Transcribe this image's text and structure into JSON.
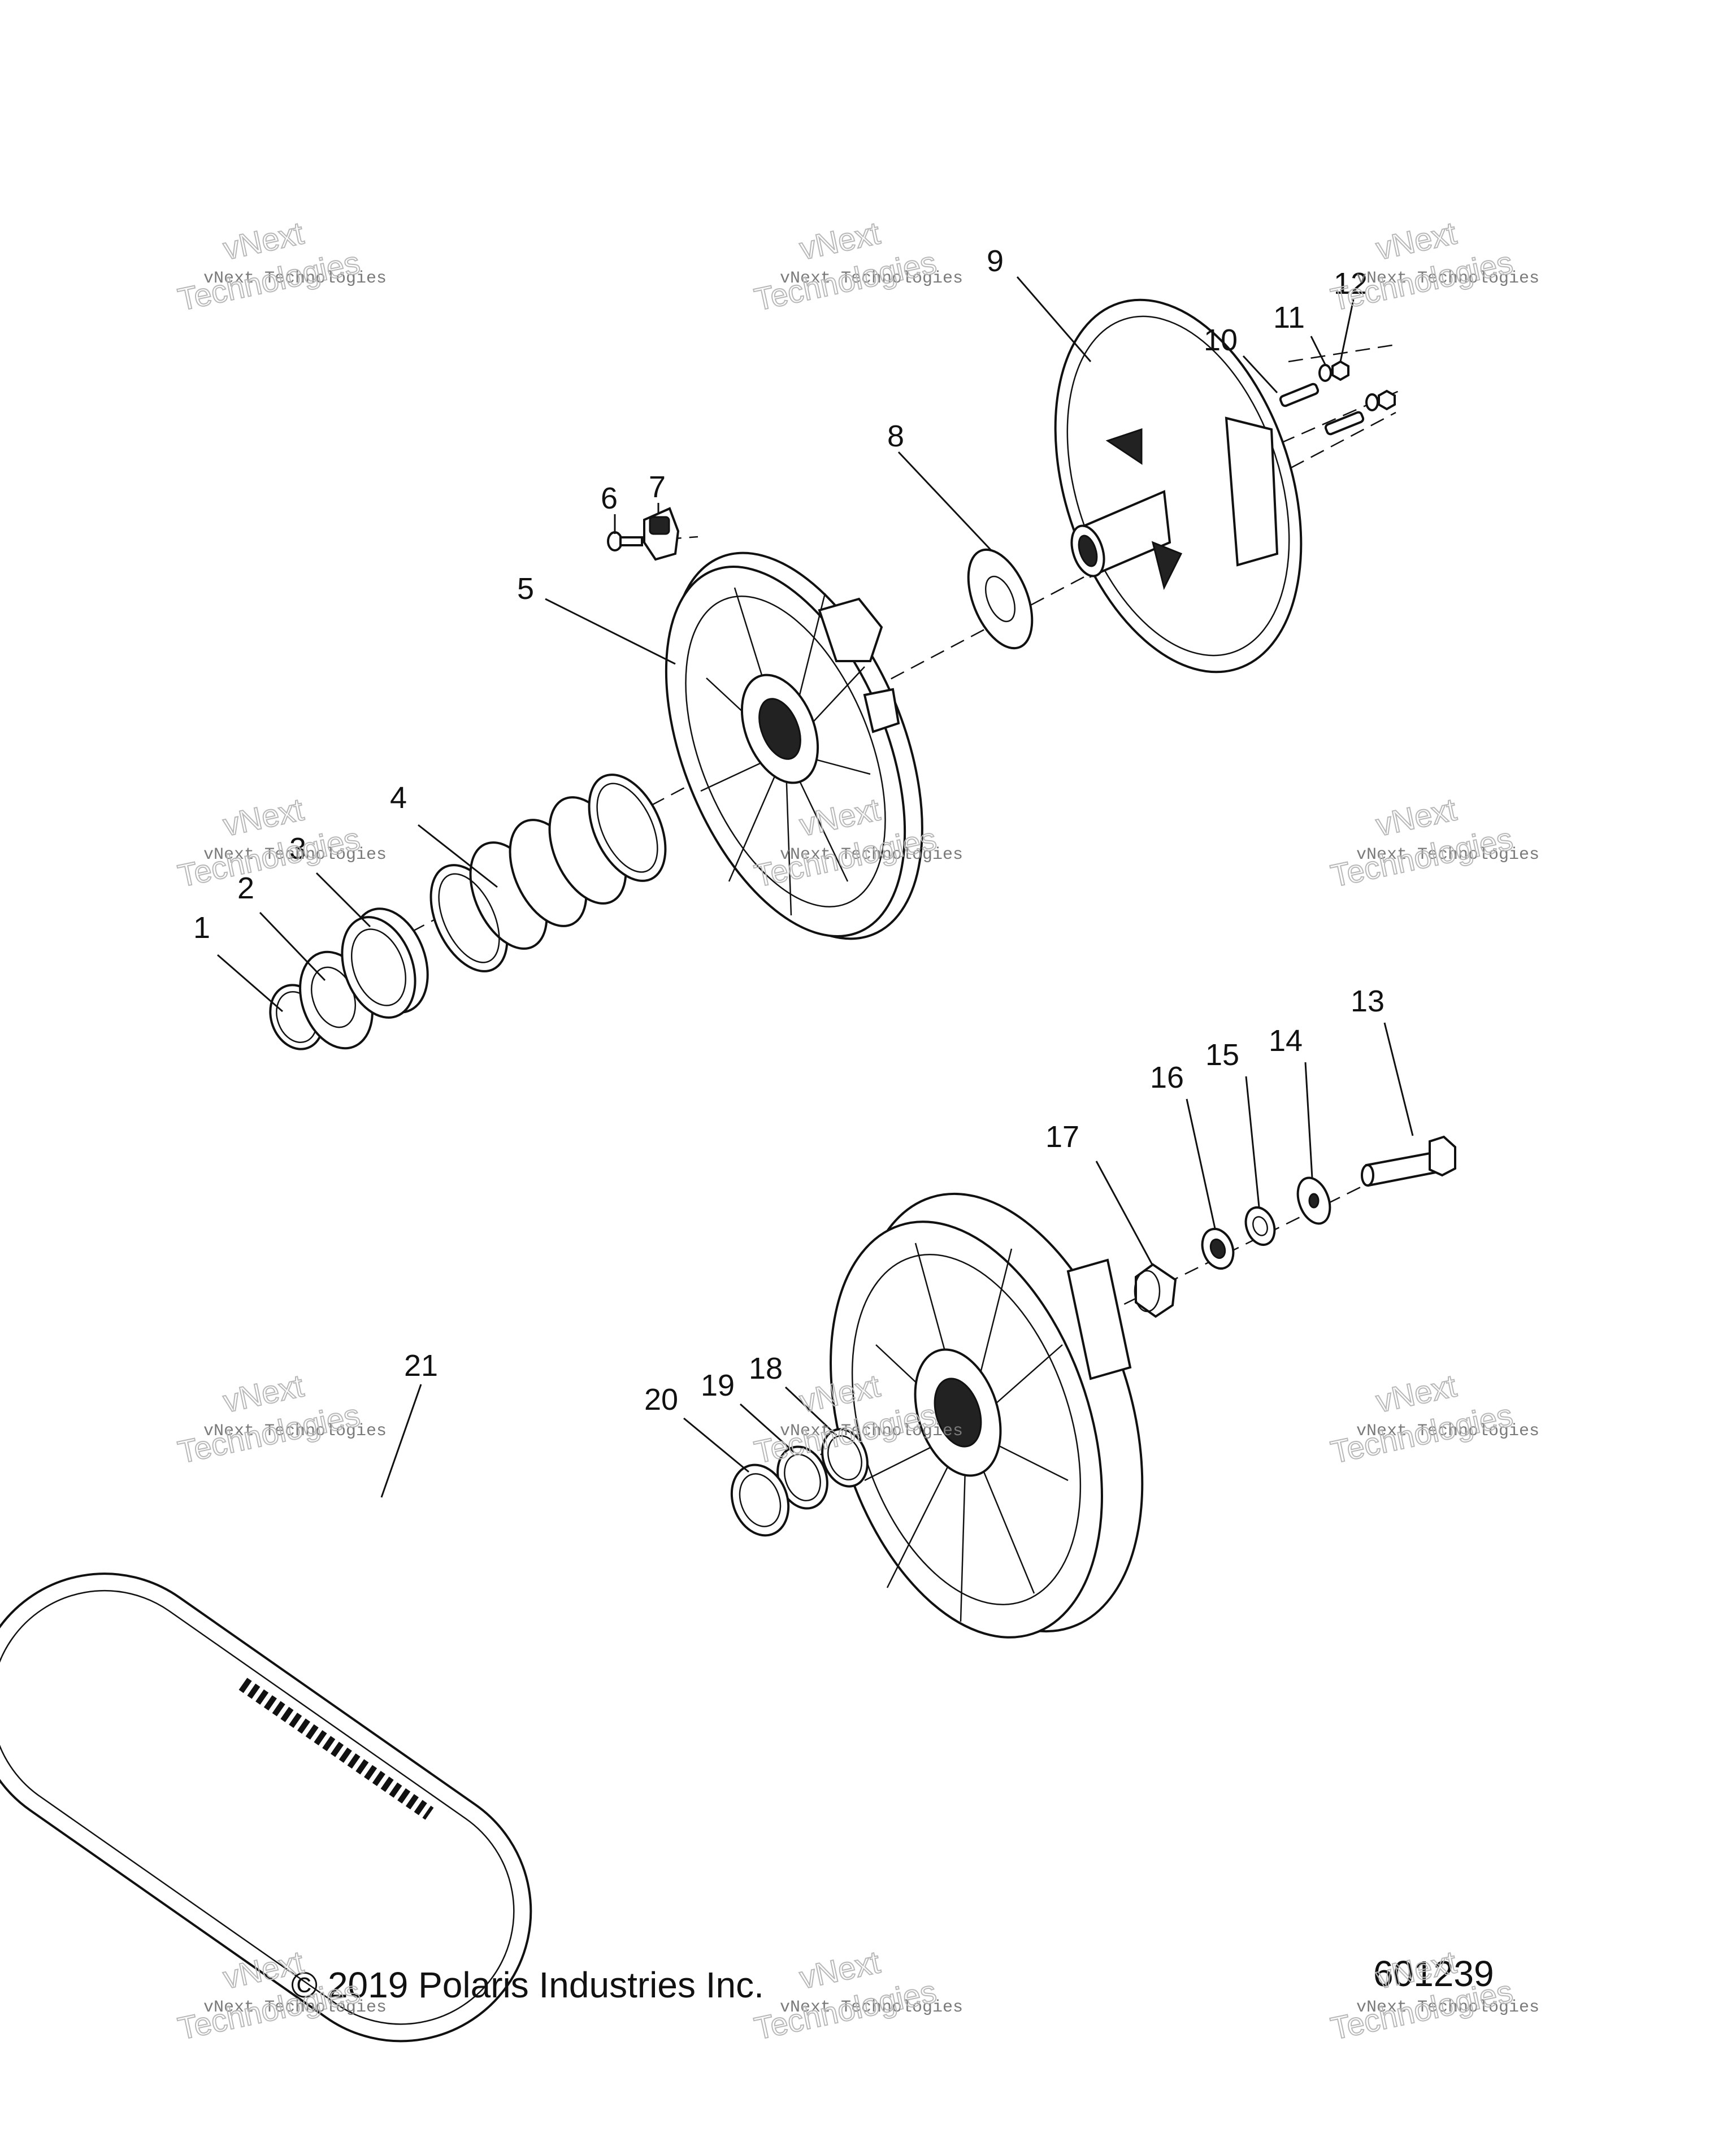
{
  "callouts": [
    "1",
    "2",
    "3",
    "4",
    "5",
    "6",
    "7",
    "8",
    "9",
    "10",
    "11",
    "12",
    "13",
    "14",
    "15",
    "16",
    "17",
    "18",
    "19",
    "20",
    "21"
  ],
  "copyright": "© 2019 Polaris Industries Inc.",
  "diagram_number": "601239",
  "watermark": {
    "line1": "vNext",
    "line2": "vNext Technologies",
    "line3": "Technologies"
  }
}
